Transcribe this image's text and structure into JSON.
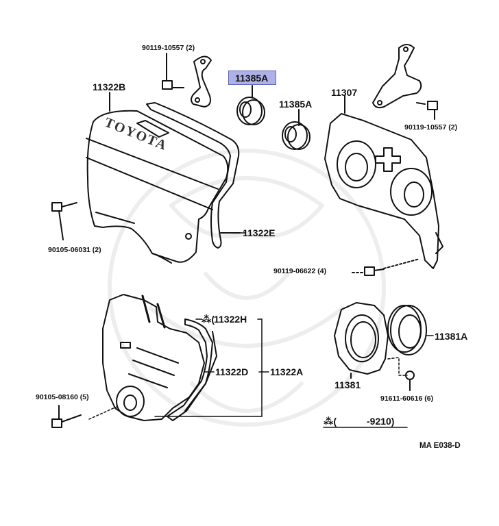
{
  "diagram": {
    "code": "MA E038-D",
    "brand_text": "TOYOTA",
    "highlight_color": "#aeb1e6",
    "note": {
      "symbol": "⁂(",
      "range": "-9210)"
    },
    "parts": {
      "p90119_10557_top": "90119-10557 (2)",
      "p11385A_sel": "11385A",
      "p11322B": "11322B",
      "p11385A": "11385A",
      "p11307": "11307",
      "p90119_10557_right": "90119-10557 (2)",
      "p90105_06031": "90105-06031 (2)",
      "p11322E": "11322E",
      "p90119_06622": "90119-06622 (4)",
      "p11322H": "11322H",
      "p11381A": "11381A",
      "p11322D": "11322D",
      "p11322A": "11322A",
      "p90105_08160": "90105-08160 (5)",
      "p11381": "11381",
      "p91611_60616": "91611-60616 (6)"
    }
  }
}
